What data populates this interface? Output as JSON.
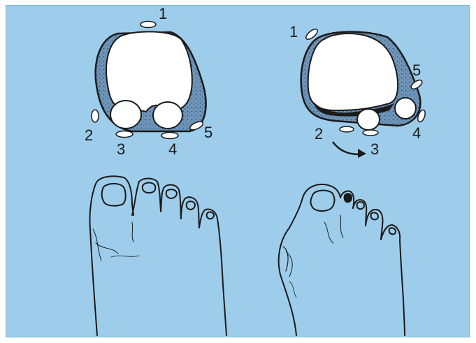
{
  "colors": {
    "background": "#9dcdeb",
    "ink": "#1a1a1a",
    "bone": "#ffffff",
    "tissue": "#6f95b8"
  },
  "left_diagram": {
    "labels": [
      "1",
      "2",
      "3",
      "4",
      "5"
    ]
  },
  "right_diagram": {
    "labels": [
      "1",
      "2",
      "3",
      "4",
      "5"
    ]
  }
}
